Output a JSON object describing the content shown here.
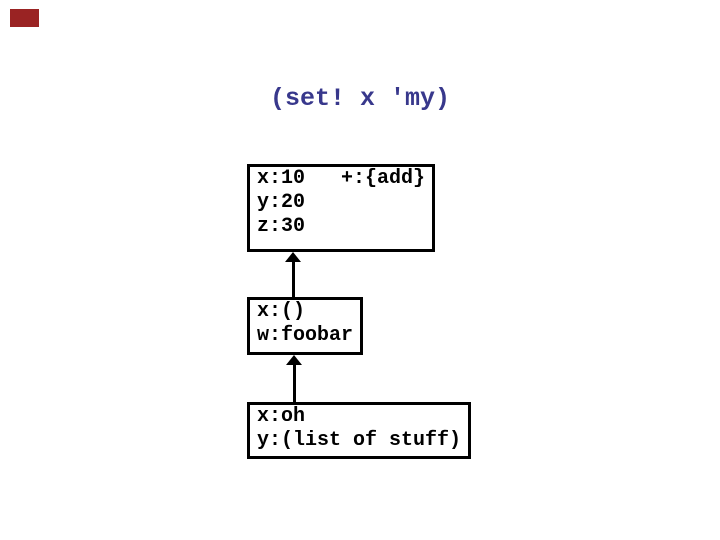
{
  "slide": {
    "background_color": "#ffffff",
    "corner_mark": {
      "color": "#9a2323"
    },
    "title": {
      "text": "(set! x 'my)",
      "color": "#38388c"
    },
    "frames": [
      {
        "name": "global-frame",
        "lines": [
          "x:10   +:{add}",
          "y:20",
          "z:30"
        ]
      },
      {
        "name": "frame-a",
        "lines": [
          "x:()",
          "w:foobar"
        ]
      },
      {
        "name": "frame-b",
        "lines": [
          "x:oh",
          "y:(list of stuff)"
        ]
      }
    ],
    "arrows": [
      {
        "from": "frame-a",
        "to": "global-frame",
        "direction": "up"
      },
      {
        "from": "frame-b",
        "to": "frame-a",
        "direction": "up"
      }
    ],
    "colors": {
      "box_border": "#000000",
      "text": "#000000",
      "arrow": "#000000"
    }
  }
}
